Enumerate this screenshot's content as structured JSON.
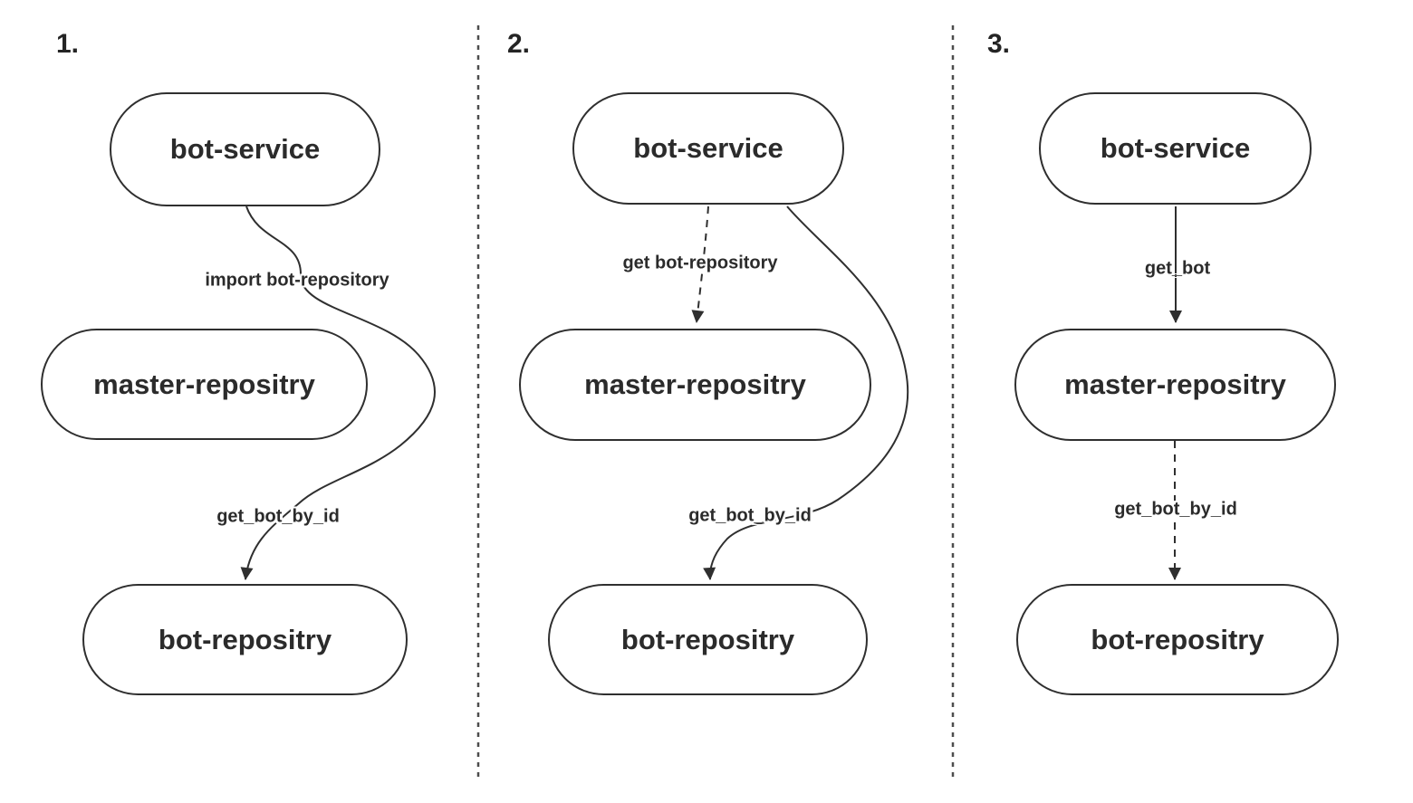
{
  "diagram": {
    "background": "#ffffff",
    "line_color": "#2f2f2f",
    "text_color": "#2b2b2b",
    "panels": [
      {
        "number": "1.",
        "nodes": [
          {
            "label": "bot-service"
          },
          {
            "label": "master-repositry"
          },
          {
            "label": "bot-repositry"
          }
        ],
        "edges": [
          {
            "from": "bot-service",
            "to": "bot-repositry",
            "style": "solid",
            "labels": [
              "import bot-repository",
              "get_bot_by_id"
            ]
          }
        ]
      },
      {
        "number": "2.",
        "nodes": [
          {
            "label": "bot-service"
          },
          {
            "label": "master-repositry"
          },
          {
            "label": "bot-repositry"
          }
        ],
        "edges": [
          {
            "from": "bot-service",
            "to": "master-repositry",
            "style": "dashed",
            "labels": [
              "get bot-repository"
            ]
          },
          {
            "from": "bot-service",
            "to": "bot-repositry",
            "style": "solid",
            "labels": [
              "get_bot_by_id"
            ]
          }
        ]
      },
      {
        "number": "3.",
        "nodes": [
          {
            "label": "bot-service"
          },
          {
            "label": "master-repositry"
          },
          {
            "label": "bot-repositry"
          }
        ],
        "edges": [
          {
            "from": "bot-service",
            "to": "master-repositry",
            "style": "solid",
            "labels": [
              "get_bot"
            ]
          },
          {
            "from": "master-repositry",
            "to": "bot-repositry",
            "style": "dashed",
            "labels": [
              "get_bot_by_id"
            ]
          }
        ]
      }
    ]
  }
}
